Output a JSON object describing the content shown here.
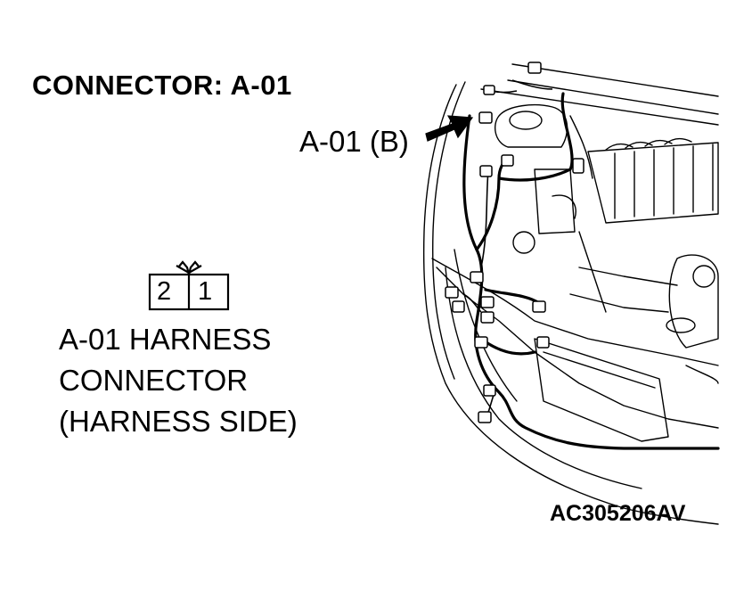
{
  "title": "CONNECTOR: A-01",
  "callout_label": "A-01 (B)",
  "connector": {
    "pins": [
      "2",
      "1"
    ]
  },
  "caption": {
    "line1": "A-01 HARNESS",
    "line2": "CONNECTOR",
    "line3": "(HARNESS SIDE)"
  },
  "figure_id": "AC305206AV"
}
